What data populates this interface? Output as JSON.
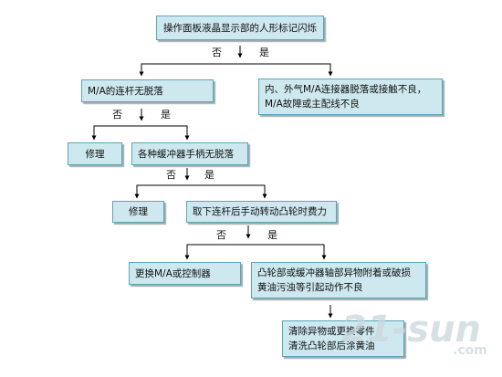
{
  "nodes": {
    "top": "操作面板液晶显示部的人形标记闪烁",
    "left1": "M/A的连杆无脱落",
    "right1_line1": "内、外气M/A连接器脱落或接触不良，",
    "right1_line2": "M/A故障或主配线不良",
    "repair1": "修理",
    "buffer_handle": "各种缓冲器手柄无脱落",
    "repair2": "修理",
    "remove_rod": "取下连杆后手动转动凸轮时费力",
    "replace_ma": "更换M/A或控制器",
    "cam_line1": "凸轮部或缓冲器轴部异物附着或破损",
    "cam_line2": "黄油污浊等引起动作不良",
    "clean_line1": "清除异物或更换零件",
    "clean_line2": "清洗凸轮部后涂黄油"
  },
  "labels": {
    "no": "否",
    "yes": "是"
  },
  "watermark": {
    "text": "21-sun",
    "sub": ".com"
  },
  "colors": {
    "box_fill": "#cde8ee",
    "box_border": "#5aa7b8",
    "shadow": "#9fa9ad",
    "line": "#000000",
    "watermark": "#c9d7dc"
  }
}
